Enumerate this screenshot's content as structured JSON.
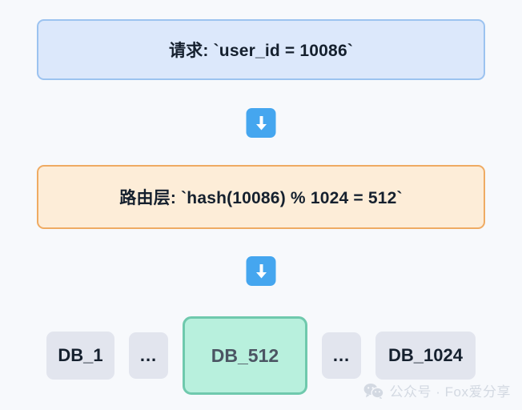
{
  "diagram": {
    "type": "flow",
    "background_color": "#f7f9fc",
    "stages": {
      "request": {
        "label": "请求: `user_id = 10086`",
        "fill": "#dce8fb",
        "border": "#9cc3f0"
      },
      "router": {
        "label": "路由层: `hash(10086) % 1024 = 512`",
        "fill": "#fdedd8",
        "border": "#efab63"
      }
    },
    "arrows": [
      {
        "icon": "arrow-down-icon",
        "color": "#45a6ef"
      },
      {
        "icon": "arrow-down-icon",
        "color": "#45a6ef"
      }
    ],
    "shards": [
      {
        "label": "DB_1",
        "active": false
      },
      {
        "label": "...",
        "active": false
      },
      {
        "label": "DB_512",
        "active": true
      },
      {
        "label": "...",
        "active": false
      },
      {
        "label": "DB_1024",
        "active": false
      }
    ],
    "shard_colors": {
      "inactive_fill": "#e2e5ee",
      "active_fill": "#b8f0dd",
      "active_border": "#6fc9ad"
    }
  },
  "watermark": {
    "icon": "wechat-icon",
    "text": "公众号 · Fox爱分享",
    "color": "#d3d9e2"
  }
}
